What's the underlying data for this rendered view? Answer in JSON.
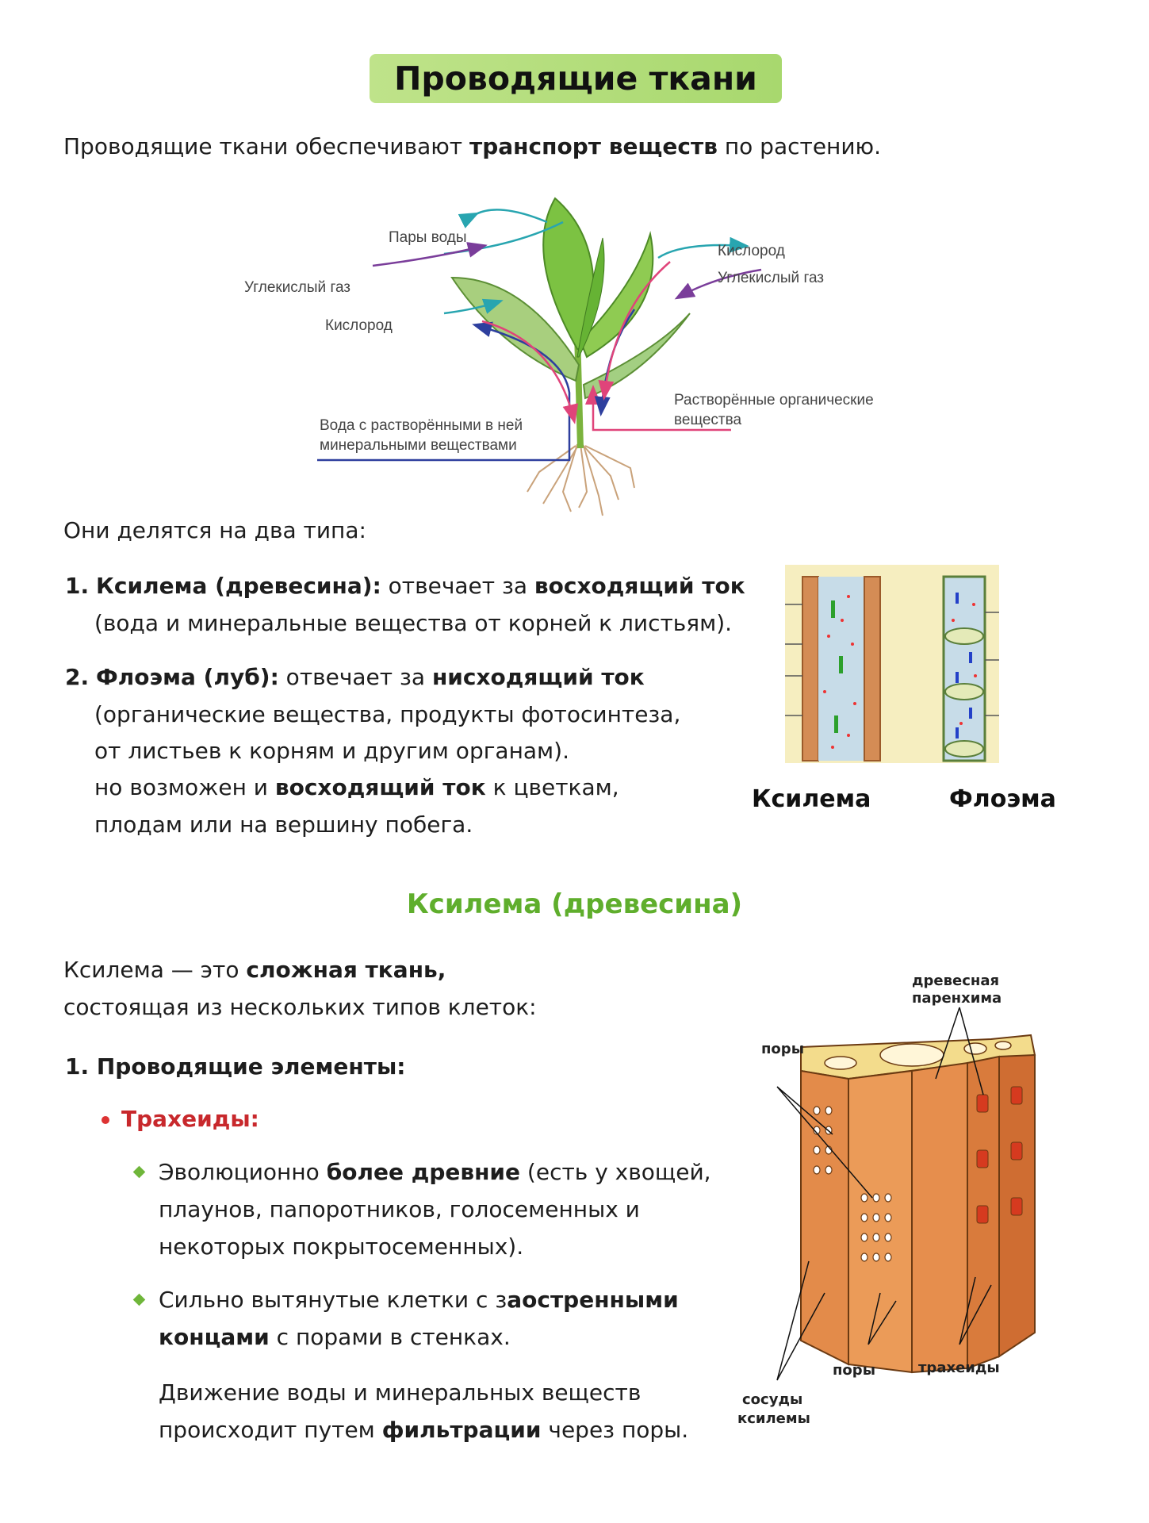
{
  "title": "Проводящие ткани",
  "intro": {
    "pre": "Проводящие ткани обеспечивают ",
    "bold": "транспорт веществ",
    "post": " по растению."
  },
  "plant_labels": {
    "water_vapor": "Пары воды",
    "co2_left": "Углекислый газ",
    "o2_left": "Кислород",
    "water_min_1": "Вода с растворёнными в ней",
    "water_min_2": "минеральными веществами",
    "o2_right": "Кислород",
    "co2_right": "Углекислый газ",
    "organic_1": "Растворённые органические",
    "organic_2": "вещества"
  },
  "types_intro": "Они делятся на два типа:",
  "item1": {
    "num": "1.",
    "bold1": "Ксилема (древесина):",
    "text1": " отвечает за ",
    "bold2": "восходящий ток",
    "line2": "(вода и минеральные вещества от корней к листьям)."
  },
  "item2": {
    "num": "2.",
    "bold1": "Флоэма (луб):",
    "text1": " отвечает за ",
    "bold2": "нисходящий ток",
    "line2": "(органические вещества, продукты фотосинтеза,",
    "line3": "от листьев к корням и другим органам).",
    "line4_pre": "но возможен и ",
    "line4_bold": "восходящий ток",
    "line4_post": " к цветкам,",
    "line5": "плодам или на вершину побега."
  },
  "fig_captions": {
    "xylem": "Ксилема",
    "phloem": "Флоэма"
  },
  "section2": {
    "title": "Ксилема (древесина)",
    "p1_pre": "Ксилема — это ",
    "p1_bold": "сложная ткань,",
    "p1_line2": "состоящая из нескольких типов клеток:",
    "sub1": "1. Проводящие элементы:",
    "bullet": "Трахеиды:",
    "d1_pre": "Эволюционно ",
    "d1_bold": "более древние",
    "d1_post": " (есть у хвощей,",
    "d1_line2": "плаунов, папоротников, голосеменных и",
    "d1_line3": "некоторых покрытосеменных).",
    "d2_pre": "Сильно вытянутые клетки с з",
    "d2_bold": "аостренными",
    "d2_line2_bold": "концами",
    "d2_line2_post": " с порами в стенках.",
    "d3_line1": "Движение воды и минеральных веществ",
    "d3_pre": "происходит путем ",
    "d3_bold": "фильтрации",
    "d3_post": " через поры."
  },
  "wood_labels": {
    "parenchyma_1": "древесная",
    "parenchyma_2": "паренхима",
    "pores_top": "поры",
    "pores_bottom": "поры",
    "tracheids": "трахеиды",
    "vessels_1": "сосуды",
    "vessels_2": "ксилемы"
  },
  "colors": {
    "accent_green": "#5fae2c",
    "badge_green": "#b3dd7a",
    "bullet_red": "#c8282c"
  }
}
